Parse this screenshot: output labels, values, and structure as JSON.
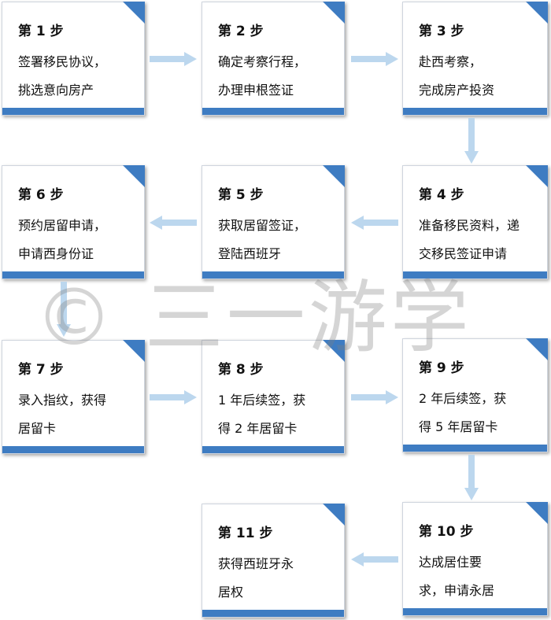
{
  "steps": [
    {
      "title": "第 1 步",
      "line1": "签署移民协议，",
      "line2": "挑选意向房产"
    },
    {
      "title": "第 2 步",
      "line1": "确定考察行程，",
      "line2": "办理申根签证"
    },
    {
      "title": "第 3 步",
      "line1": "赴西考察，",
      "line2": "完成房产投资"
    },
    {
      "title": "第 4 步",
      "line1": "准备移民资料，递",
      "line2": "交移民签证申请"
    },
    {
      "title": "第 5 步",
      "line1": "获取居留签证，",
      "line2": "登陆西班牙"
    },
    {
      "title": "第 6 步",
      "line1": "预约居留申请，",
      "line2": "申请西身份证"
    },
    {
      "title": "第 7 步",
      "line1": "录入指纹，获得",
      "line2": "居留卡"
    },
    {
      "title": "第 8 步",
      "line1": "1 年后续签，获",
      "line2": "得 2 年居留卡"
    },
    {
      "title": "第 9 步",
      "line1": "2 年后续签，获",
      "line2": "得 5 年居留卡"
    },
    {
      "title": "第 10 步",
      "line1": "达成居住要",
      "line2": "求，申请永居"
    },
    {
      "title": "第 11 步",
      "line1": "获得西班牙永",
      "line2": "居权"
    }
  ],
  "watermark": "© 三一游学",
  "colors": {
    "bar": "#3e7cc2",
    "corner": "#3e7cc2",
    "arrow": "#bcd7ee"
  }
}
